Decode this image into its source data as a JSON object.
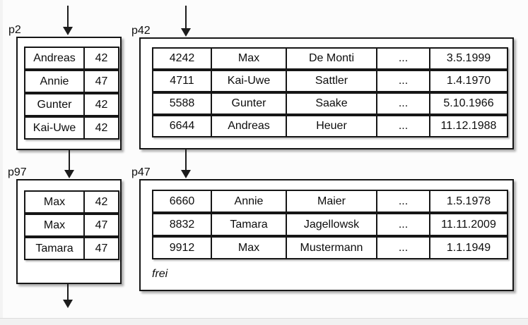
{
  "colors": {
    "border": "#161616",
    "text": "#0d0d0d",
    "page_background": "#fcfcfc",
    "box_background": "#ffffff",
    "footer_band": "#f1f1f1"
  },
  "pages": {
    "p2": {
      "label": "p2",
      "rows": [
        [
          "Andreas",
          "42"
        ],
        [
          "Annie",
          "47"
        ],
        [
          "Gunter",
          "42"
        ],
        [
          "Kai-Uwe",
          "42"
        ]
      ]
    },
    "p42": {
      "label": "p42",
      "rows": [
        [
          "4242",
          "Max",
          "De Monti",
          "...",
          "3.5.1999"
        ],
        [
          "4711",
          "Kai-Uwe",
          "Sattler",
          "...",
          "1.4.1970"
        ],
        [
          "5588",
          "Gunter",
          "Saake",
          "...",
          "5.10.1966"
        ],
        [
          "6644",
          "Andreas",
          "Heuer",
          "...",
          "11.12.1988"
        ]
      ]
    },
    "p97": {
      "label": "p97",
      "rows": [
        [
          "Max",
          "42"
        ],
        [
          "Max",
          "47"
        ],
        [
          "Tamara",
          "47"
        ]
      ]
    },
    "p47": {
      "label": "p47",
      "rows": [
        [
          "6660",
          "Annie",
          "Maier",
          "...",
          "1.5.1978"
        ],
        [
          "8832",
          "Tamara",
          "Jagellowsk",
          "...",
          "11.11.2009"
        ],
        [
          "9912",
          "Max",
          "Mustermann",
          "...",
          "1.1.1949"
        ]
      ],
      "free_label": "frei"
    }
  }
}
